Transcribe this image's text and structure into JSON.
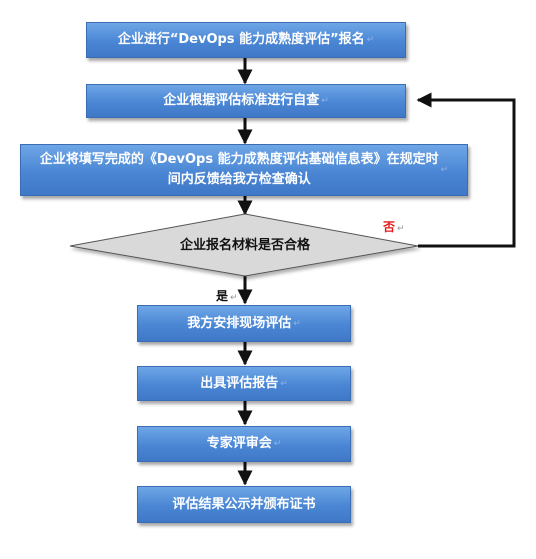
{
  "steps": [
    {
      "id": "apply",
      "text": "企业进行“DevOps 能力成熟度评估”报名"
    },
    {
      "id": "self-check",
      "text": "企业根据评估标准进行自查"
    },
    {
      "id": "submit",
      "text": "企业将填写完成的《DevOps 能力成熟度评估基础信息表》在规定时\n间内反馈给我方检查确认"
    },
    {
      "id": "onsite",
      "text": "我方安排现场评估"
    },
    {
      "id": "report",
      "text": "出具评估报告"
    },
    {
      "id": "review",
      "text": "专家评审会"
    },
    {
      "id": "publish",
      "text": "评估结果公示并颁布证书"
    }
  ],
  "decision": {
    "text": "企业报名材料是否合格"
  },
  "branch_labels": {
    "no": "否",
    "yes": "是"
  },
  "colors": {
    "box_fill": "#4a86d4",
    "diamond_fill": "#d9d9d9",
    "arrow": "#111111",
    "no_label": "#e41b1b"
  }
}
